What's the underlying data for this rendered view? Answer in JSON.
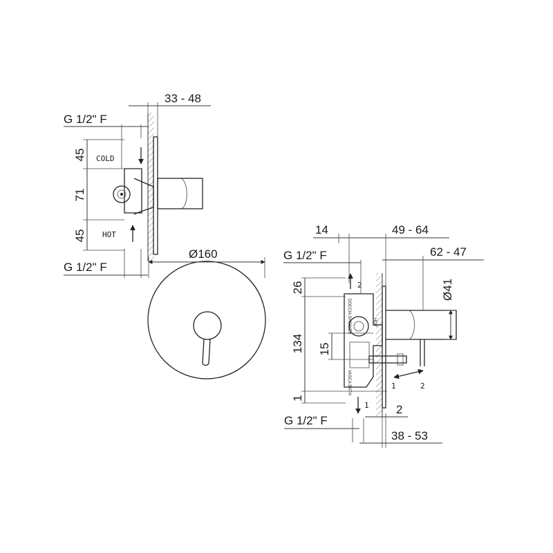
{
  "side_view": {
    "depth_range": "33 - 48",
    "inlet_top": "G 1/2\" F",
    "inlet_bottom": "G 1/2\" F",
    "dim_top": "45",
    "dim_middle": "71",
    "dim_bottom": "45",
    "cold_label": "COLD",
    "hot_label": "HOT"
  },
  "front_view": {
    "diameter": "Ø160"
  },
  "bath_view": {
    "dim_14": "14",
    "depth_range": "49 - 64",
    "inlet": "G 1/2\" F",
    "outlet_depth": "62 - 47",
    "dim_26": "26",
    "diameter_41": "Ø41",
    "dim_134": "134",
    "dim_15": "15",
    "dim_1": "1",
    "outlet_bottom": "G 1/2\" F",
    "dim_2": "2",
    "depth_bottom": "38 - 53",
    "shower_label": "DOCCIA SHOWER",
    "bath_label": "VASCA BATH",
    "hot_mark": "HOT",
    "arrow_up_num": "2",
    "arrow_down_num": "1",
    "lever_left_num": "1",
    "lever_right_num": "2"
  }
}
